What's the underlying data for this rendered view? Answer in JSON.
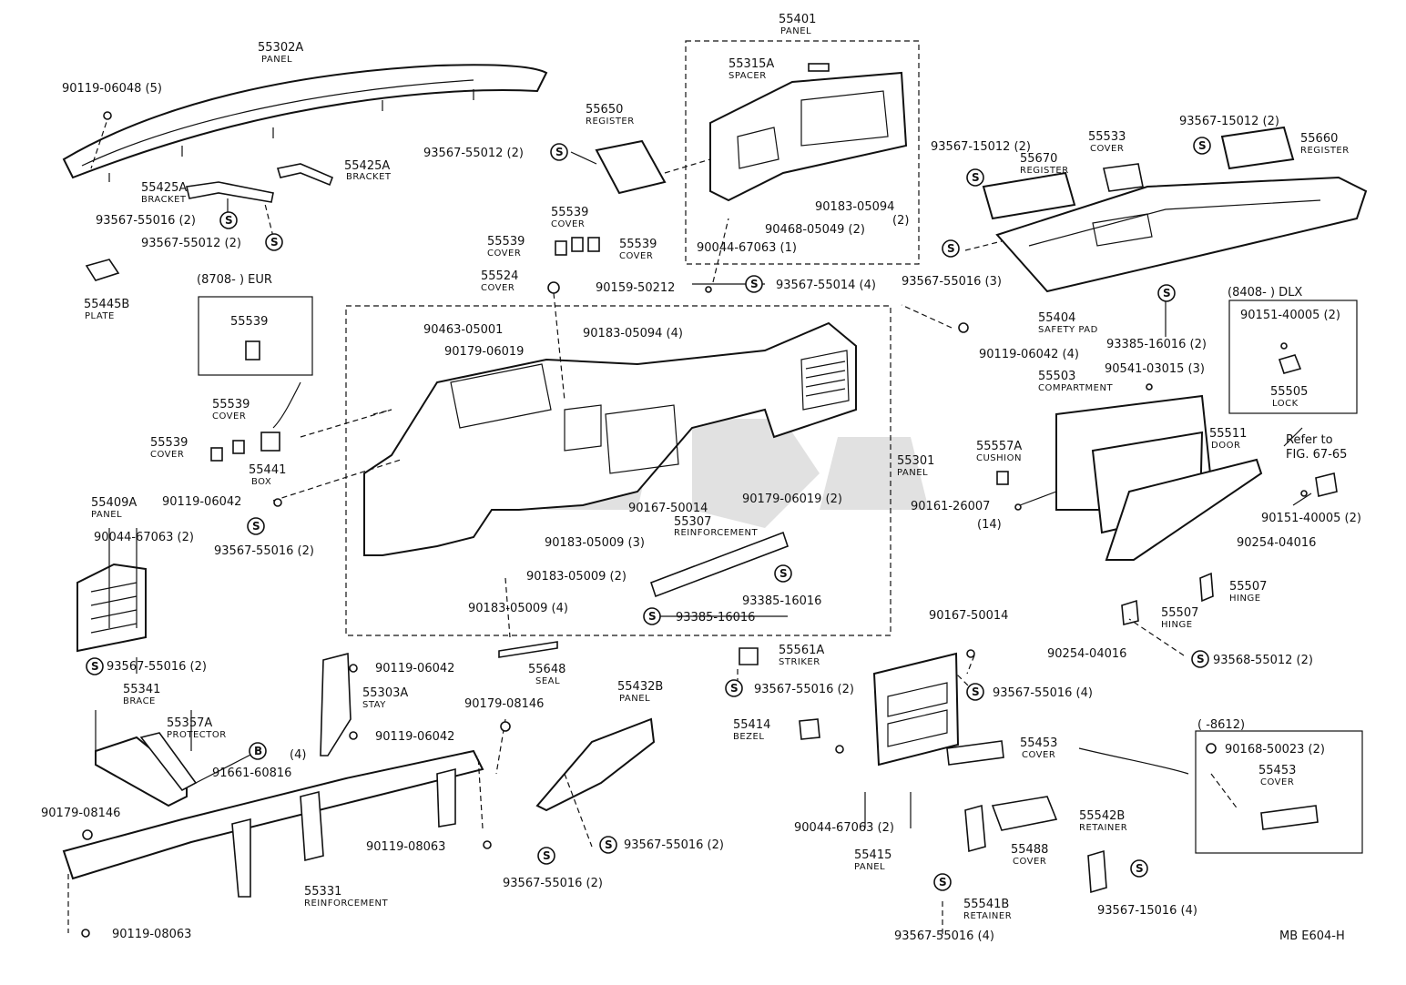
{
  "diagram_code": "MB E604-H",
  "refer_note": {
    "line1": "Refer to",
    "line2": "FIG. 67-65"
  },
  "boxes": {
    "eur": "(8708-        ) EUR",
    "dlx": "(8408-        ) DLX",
    "early": "(        -8612)"
  },
  "symbols": {
    "s": "S",
    "b": "B"
  },
  "labels": [
    {
      "id": "l1",
      "pn": "55302A",
      "name": "PANEL"
    },
    {
      "id": "l2",
      "pn": "90119-06048 (5)"
    },
    {
      "id": "l3",
      "pn": "55425A",
      "name": "BRACKET"
    },
    {
      "id": "l4",
      "pn": "55425A",
      "name": "BRACKET"
    },
    {
      "id": "l5",
      "pn": "93567-55016 (2)"
    },
    {
      "id": "l6",
      "pn": "93567-55012 (2)"
    },
    {
      "id": "l7",
      "pn": "55445B",
      "name": "PLATE"
    },
    {
      "id": "l8",
      "pn": "55539"
    },
    {
      "id": "l9",
      "pn": "55539",
      "name": "COVER"
    },
    {
      "id": "l10",
      "pn": "55539",
      "name": "COVER"
    },
    {
      "id": "l11",
      "pn": "55441",
      "name": "BOX"
    },
    {
      "id": "l12",
      "pn": "90119-06042"
    },
    {
      "id": "l13",
      "pn": "93567-55016 (2)"
    },
    {
      "id": "l14",
      "pn": "55409A",
      "name": "PANEL"
    },
    {
      "id": "l15",
      "pn": "90044-67063 (2)"
    },
    {
      "id": "l16",
      "pn": "93567-55016 (2)"
    },
    {
      "id": "l17",
      "pn": "55650",
      "name": "REGISTER"
    },
    {
      "id": "l18",
      "pn": "93567-55012 (2)"
    },
    {
      "id": "l19",
      "pn": "55539",
      "name": "COVER"
    },
    {
      "id": "l20",
      "pn": "55539",
      "name": "COVER"
    },
    {
      "id": "l21",
      "pn": "55539",
      "name": "COVER"
    },
    {
      "id": "l22",
      "pn": "55524",
      "name": "COVER"
    },
    {
      "id": "l23",
      "pn": "90159-50212"
    },
    {
      "id": "l24",
      "pn": "55401",
      "name": "PANEL"
    },
    {
      "id": "l25",
      "pn": "55315A",
      "name": "SPACER"
    },
    {
      "id": "l26",
      "pn": "90183-05094"
    },
    {
      "id": "l27",
      "pn": "90468-05049 (2)"
    },
    {
      "id": "l28",
      "pn": "(2)"
    },
    {
      "id": "l29",
      "pn": "90044-67063 (1)"
    },
    {
      "id": "l30",
      "pn": "93567-55014 (4)"
    },
    {
      "id": "l31",
      "pn": "90463-05001"
    },
    {
      "id": "l32",
      "pn": "90179-06019"
    },
    {
      "id": "l33",
      "pn": "90183-05094 (4)"
    },
    {
      "id": "l34",
      "pn": "55301",
      "name": "PANEL"
    },
    {
      "id": "l35",
      "pn": "90179-06019 (2)"
    },
    {
      "id": "l36",
      "pn": "90167-50014"
    },
    {
      "id": "l37",
      "pn": "55307",
      "name": "REINFORCEMENT"
    },
    {
      "id": "l38",
      "pn": "90183-05009 (3)"
    },
    {
      "id": "l39",
      "pn": "90183-05009 (2)"
    },
    {
      "id": "l40",
      "pn": "90183-05009 (4)"
    },
    {
      "id": "l41",
      "pn": "93385-16016"
    },
    {
      "id": "l42",
      "pn": "93385-16016"
    },
    {
      "id": "l43",
      "pn": "55648",
      "name": "SEAL"
    },
    {
      "id": "l44",
      "pn": "55561A",
      "name": "STRIKER"
    },
    {
      "id": "l45",
      "pn": "93567-55016 (2)"
    },
    {
      "id": "l46",
      "pn": "55533",
      "name": "COVER"
    },
    {
      "id": "l47",
      "pn": "93567-15012 (2)"
    },
    {
      "id": "l48",
      "pn": "55660",
      "name": "REGISTER"
    },
    {
      "id": "l49",
      "pn": "93567-15012 (2)"
    },
    {
      "id": "l50",
      "pn": "55670",
      "name": "REGISTER"
    },
    {
      "id": "l51",
      "pn": "93567-55016 (3)"
    },
    {
      "id": "l52",
      "pn": "55404",
      "name": "SAFETY PAD"
    },
    {
      "id": "l53",
      "pn": "93385-16016 (2)"
    },
    {
      "id": "l54",
      "pn": "90119-06042 (4)"
    },
    {
      "id": "l55",
      "pn": "90151-40005 (2)"
    },
    {
      "id": "l56",
      "pn": "55505",
      "name": "LOCK"
    },
    {
      "id": "l57",
      "pn": "90541-03015 (3)"
    },
    {
      "id": "l58",
      "pn": "55503",
      "name": "COMPARTMENT"
    },
    {
      "id": "l59",
      "pn": "55557A",
      "name": "CUSHION"
    },
    {
      "id": "l60",
      "pn": "55511",
      "name": "DOOR"
    },
    {
      "id": "l61",
      "pn": "90161-26007"
    },
    {
      "id": "l62",
      "pn": "(14)"
    },
    {
      "id": "l63",
      "pn": "90151-40005 (2)"
    },
    {
      "id": "l64",
      "pn": "90254-04016"
    },
    {
      "id": "l65",
      "pn": "55507",
      "name": "HINGE"
    },
    {
      "id": "l66",
      "pn": "55507",
      "name": "HINGE"
    },
    {
      "id": "l67",
      "pn": "90254-04016"
    },
    {
      "id": "l68",
      "pn": "93568-55012 (2)"
    },
    {
      "id": "l69",
      "pn": "90167-50014"
    },
    {
      "id": "l70",
      "pn": "93567-55016 (4)"
    },
    {
      "id": "l71",
      "pn": "55414",
      "name": "BEZEL"
    },
    {
      "id": "l72",
      "pn": "55453",
      "name": "COVER"
    },
    {
      "id": "l73",
      "pn": "90168-50023 (2)"
    },
    {
      "id": "l74",
      "pn": "55453",
      "name": "COVER"
    },
    {
      "id": "l75",
      "pn": "90044-67063 (2)"
    },
    {
      "id": "l76",
      "pn": "55415",
      "name": "PANEL"
    },
    {
      "id": "l77",
      "pn": "55488",
      "name": "COVER"
    },
    {
      "id": "l78",
      "pn": "55542B",
      "name": "RETAINER"
    },
    {
      "id": "l79",
      "pn": "55541B",
      "name": "RETAINER"
    },
    {
      "id": "l80",
      "pn": "93567-55016 (4)"
    },
    {
      "id": "l81",
      "pn": "93567-15016 (4)"
    },
    {
      "id": "l82",
      "pn": "55341",
      "name": "BRACE"
    },
    {
      "id": "l83",
      "pn": "55357A",
      "name": "PROTECTOR"
    },
    {
      "id": "l84",
      "pn": "(4)"
    },
    {
      "id": "l85",
      "pn": "91661-60816"
    },
    {
      "id": "l86",
      "pn": "90179-08146"
    },
    {
      "id": "l87",
      "pn": "90119-08063"
    },
    {
      "id": "l88",
      "pn": "55303A",
      "name": "STAY"
    },
    {
      "id": "l89",
      "pn": "90119-06042"
    },
    {
      "id": "l90",
      "pn": "90119-06042"
    },
    {
      "id": "l91",
      "pn": "90179-08146"
    },
    {
      "id": "l92",
      "pn": "90119-08063"
    },
    {
      "id": "l93",
      "pn": "55331",
      "name": "REINFORCEMENT"
    },
    {
      "id": "l94",
      "pn": "55432B",
      "name": "PANEL"
    },
    {
      "id": "l95",
      "pn": "93567-55016 (2)"
    },
    {
      "id": "l96",
      "pn": "93567-55016 (2)"
    }
  ]
}
